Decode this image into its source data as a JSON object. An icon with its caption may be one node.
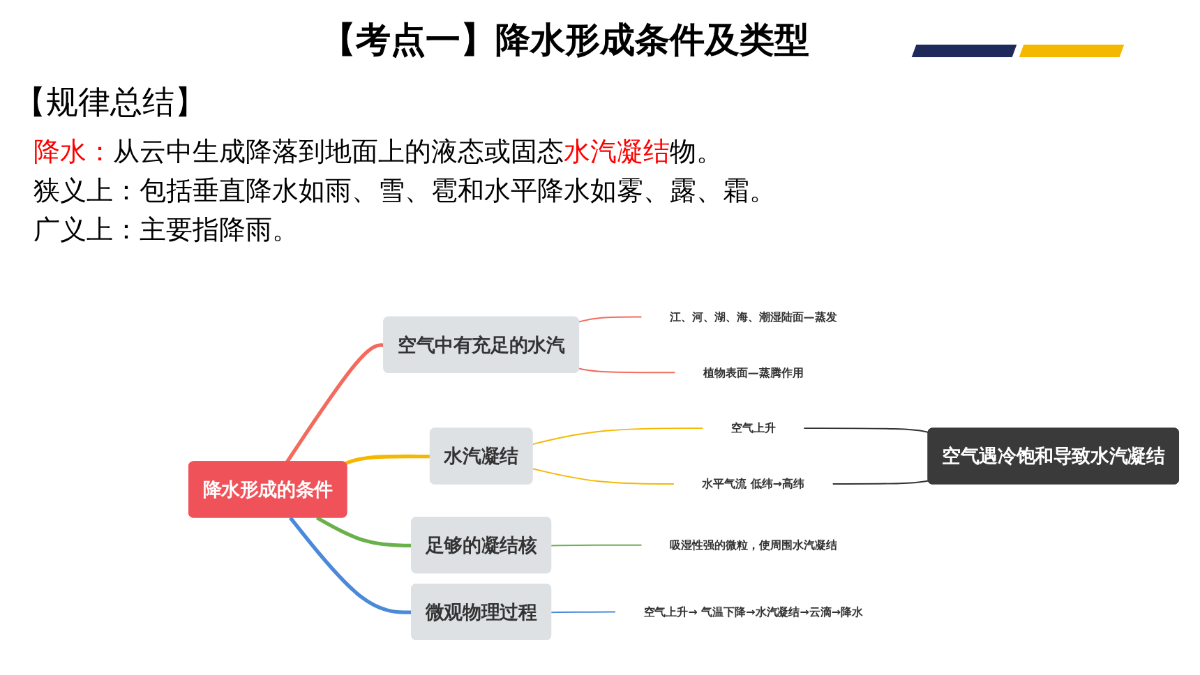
{
  "diagram": {
    "title": "【考点一】降水形成条件及类型",
    "nodes": [
      {
        "text": [
          "降水形成的条件"
        ]
      },
      {
        "text": [
          "空气中有充足的水汽"
        ]
      },
      {
        "text": [
          "江、河、湖、海、潮湿陆面—蒸发"
        ]
      },
      {
        "text": [
          "植物表面—蒸腾作用"
        ]
      },
      {
        "text": [
          "水汽凝结"
        ]
      },
      {
        "text": [
          "空气上升"
        ]
      },
      {
        "text": [
          "水平气流 低纬→高纬"
        ]
      },
      {
        "text": [
          "空气遇冷饱和导致水汽凝结"
        ]
      },
      {
        "text": [
          "足够的凝结核"
        ]
      },
      {
        "text": [
          "吸湿性强的微粒，使周围水汽凝结"
        ]
      },
      {
        "text": [
          "微观物理过程"
        ]
      },
      {
        "text": [
          "空气上升→ 气温下降→水汽凝结→云滴→降水"
        ]
      }
    ],
    "edges": [
      {
        "from": 0,
        "to": 1,
        "arrow": "none",
        "style": "thick",
        "color": "#f26b5e"
      },
      {
        "from": 1,
        "to": 2,
        "arrow": "none",
        "color": "#f26b5e"
      },
      {
        "from": 1,
        "to": 3,
        "arrow": "none",
        "color": "#f26b5e"
      },
      {
        "from": 0,
        "to": 4,
        "arrow": "none",
        "style": "thick",
        "color": "#f5b800"
      },
      {
        "from": 4,
        "to": 5,
        "arrow": "none",
        "color": "#f5b800"
      },
      {
        "from": 4,
        "to": 6,
        "arrow": "none",
        "color": "#f5b800"
      },
      {
        "from": 5,
        "to": 7,
        "arrow": "none",
        "color": "#333333"
      },
      {
        "from": 6,
        "to": 7,
        "arrow": "none",
        "color": "#333333"
      },
      {
        "from": 0,
        "to": 8,
        "arrow": "none",
        "style": "thick",
        "color": "#6ab04c"
      },
      {
        "from": 8,
        "to": 9,
        "arrow": "none",
        "color": "#6ab04c"
      },
      {
        "from": 0,
        "to": 10,
        "arrow": "none",
        "style": "thick",
        "color": "#4a8ad8"
      },
      {
        "from": 10,
        "to": 11,
        "arrow": "none",
        "color": "#4a8ad8"
      }
    ],
    "labels": [
      "【规律总结】",
      "**降水：**从云中生成降落到地面上的液态或固态**水汽凝结**物。",
      "狭义上：包括垂直降水如雨、雪、雹和水平降水如雾、露、霜。",
      "广义上：主要指降雨。"
    ]
  }
}
